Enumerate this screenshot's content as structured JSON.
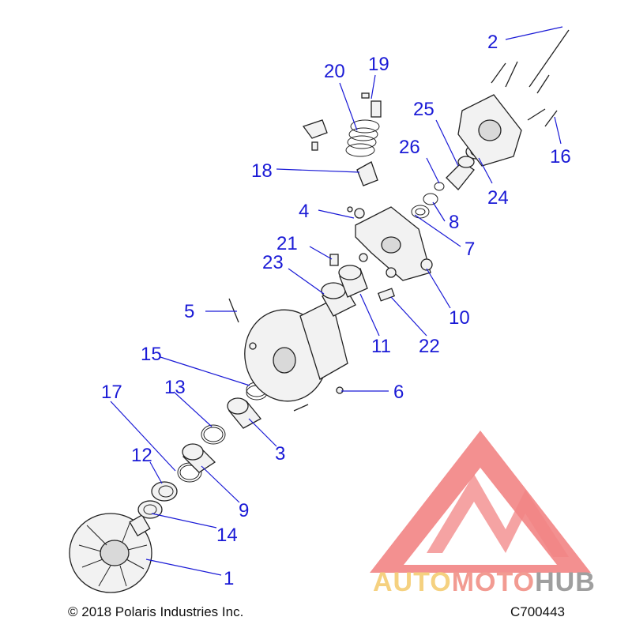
{
  "callouts": [
    {
      "id": "1",
      "text": "1"
    },
    {
      "id": "2",
      "text": "2"
    },
    {
      "id": "3",
      "text": "3"
    },
    {
      "id": "4",
      "text": "4"
    },
    {
      "id": "5",
      "text": "5"
    },
    {
      "id": "6",
      "text": "6"
    },
    {
      "id": "7",
      "text": "7"
    },
    {
      "id": "8",
      "text": "8"
    },
    {
      "id": "9",
      "text": "9"
    },
    {
      "id": "10",
      "text": "10"
    },
    {
      "id": "11",
      "text": "11"
    },
    {
      "id": "12",
      "text": "12"
    },
    {
      "id": "13",
      "text": "13"
    },
    {
      "id": "14",
      "text": "14"
    },
    {
      "id": "15",
      "text": "15"
    },
    {
      "id": "16",
      "text": "16"
    },
    {
      "id": "17",
      "text": "17"
    },
    {
      "id": "18",
      "text": "18"
    },
    {
      "id": "19",
      "text": "19"
    },
    {
      "id": "20",
      "text": "20"
    },
    {
      "id": "21",
      "text": "21"
    },
    {
      "id": "22",
      "text": "22"
    },
    {
      "id": "23",
      "text": "23"
    },
    {
      "id": "24",
      "text": "24"
    },
    {
      "id": "25",
      "text": "25"
    },
    {
      "id": "26",
      "text": "26"
    }
  ],
  "footer": {
    "copyright": "© 2018 Polaris Industries Inc.",
    "diagram_code": "C700443"
  },
  "watermark": {
    "word_part1": "AUTO",
    "word_part2": "MOTO",
    "word_part3": "HUB",
    "color_part1": "#f4c96b",
    "color_part2": "#f08a80",
    "color_part3": "#8f8f8f"
  },
  "colors": {
    "callout": "#1a1ad6",
    "logo": "#ef6f6f"
  }
}
